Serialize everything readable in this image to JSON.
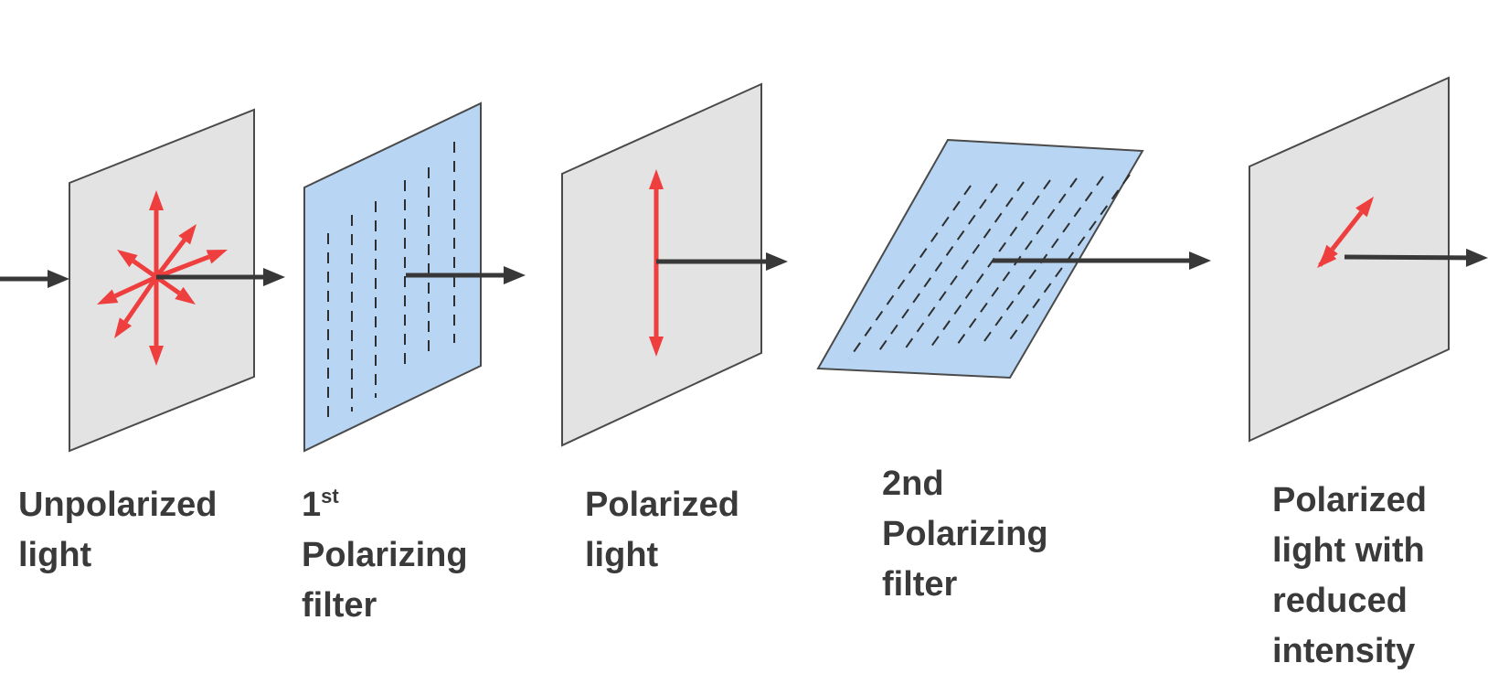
{
  "colors": {
    "plane_gray": "#e3e3e3",
    "plane_blue": "#b8d6f3",
    "plane_edge": "#4a4a4a",
    "beam": "#383838",
    "polarization_arrow": "#ee3e3e",
    "filter_lines": "#2e2e2e",
    "label_text": "#3a3a3a"
  },
  "labels": {
    "unpolarized": {
      "line1": "Unpolarized",
      "line2": "light"
    },
    "filter1": {
      "number": "1",
      "suffix": "st",
      "line2": "Polarizing",
      "line3": "filter"
    },
    "polarized": {
      "line1": "Polarized",
      "line2": "light"
    },
    "filter2": {
      "line1": "2nd",
      "line2": "Polarizing",
      "line3": "filter"
    },
    "reduced": {
      "line1": "Polarized",
      "line2": "light with",
      "line3": "reduced",
      "line4": "intensity"
    }
  }
}
